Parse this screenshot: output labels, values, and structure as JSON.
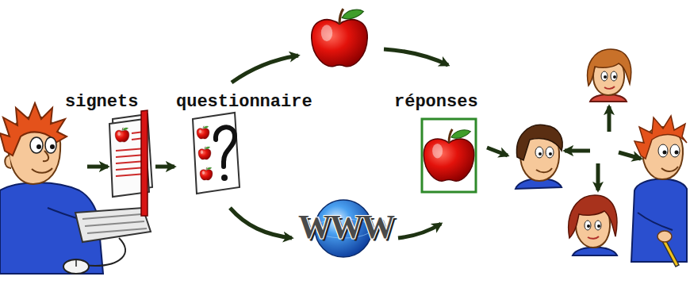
{
  "diagram": {
    "nodes": [
      {
        "text": [
          "signets"
        ]
      },
      {
        "text": [
          "questionnaire"
        ]
      },
      {
        "text": [
          "réponses"
        ]
      }
    ],
    "edges": [
      {
        "from": 0,
        "to": 1,
        "arrow": "to"
      }
    ],
    "labels": [
      "WWW"
    ]
  }
}
